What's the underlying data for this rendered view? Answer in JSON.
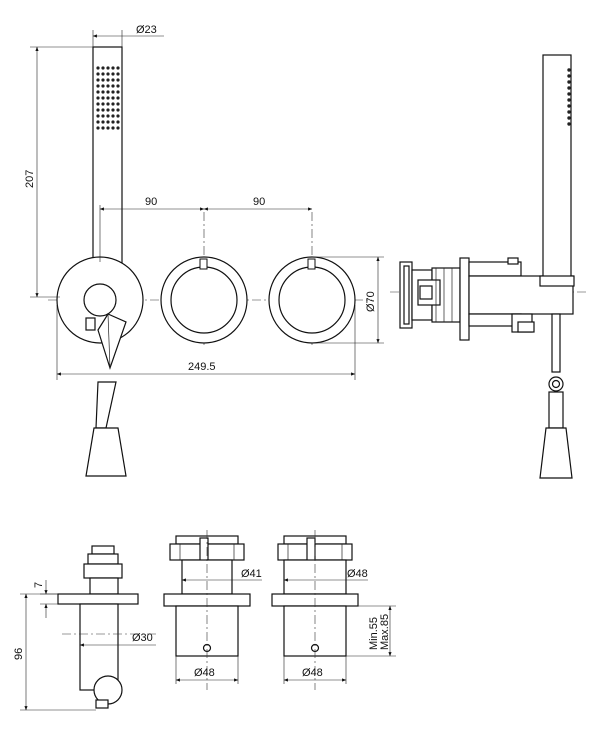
{
  "dimensions": {
    "d23": "Ø23",
    "h207": "207",
    "w90_left": "90",
    "w90_right": "90",
    "d70": "Ø70",
    "w249": "249.5",
    "h7": "7",
    "h96": "96",
    "d30": "Ø30",
    "d41": "Ø41",
    "d48_mid_bottom": "Ø48",
    "d48_right_top": "Ø48",
    "d48_right_bottom": "Ø48",
    "min55": "Min.55",
    "max85": "Max.85"
  }
}
